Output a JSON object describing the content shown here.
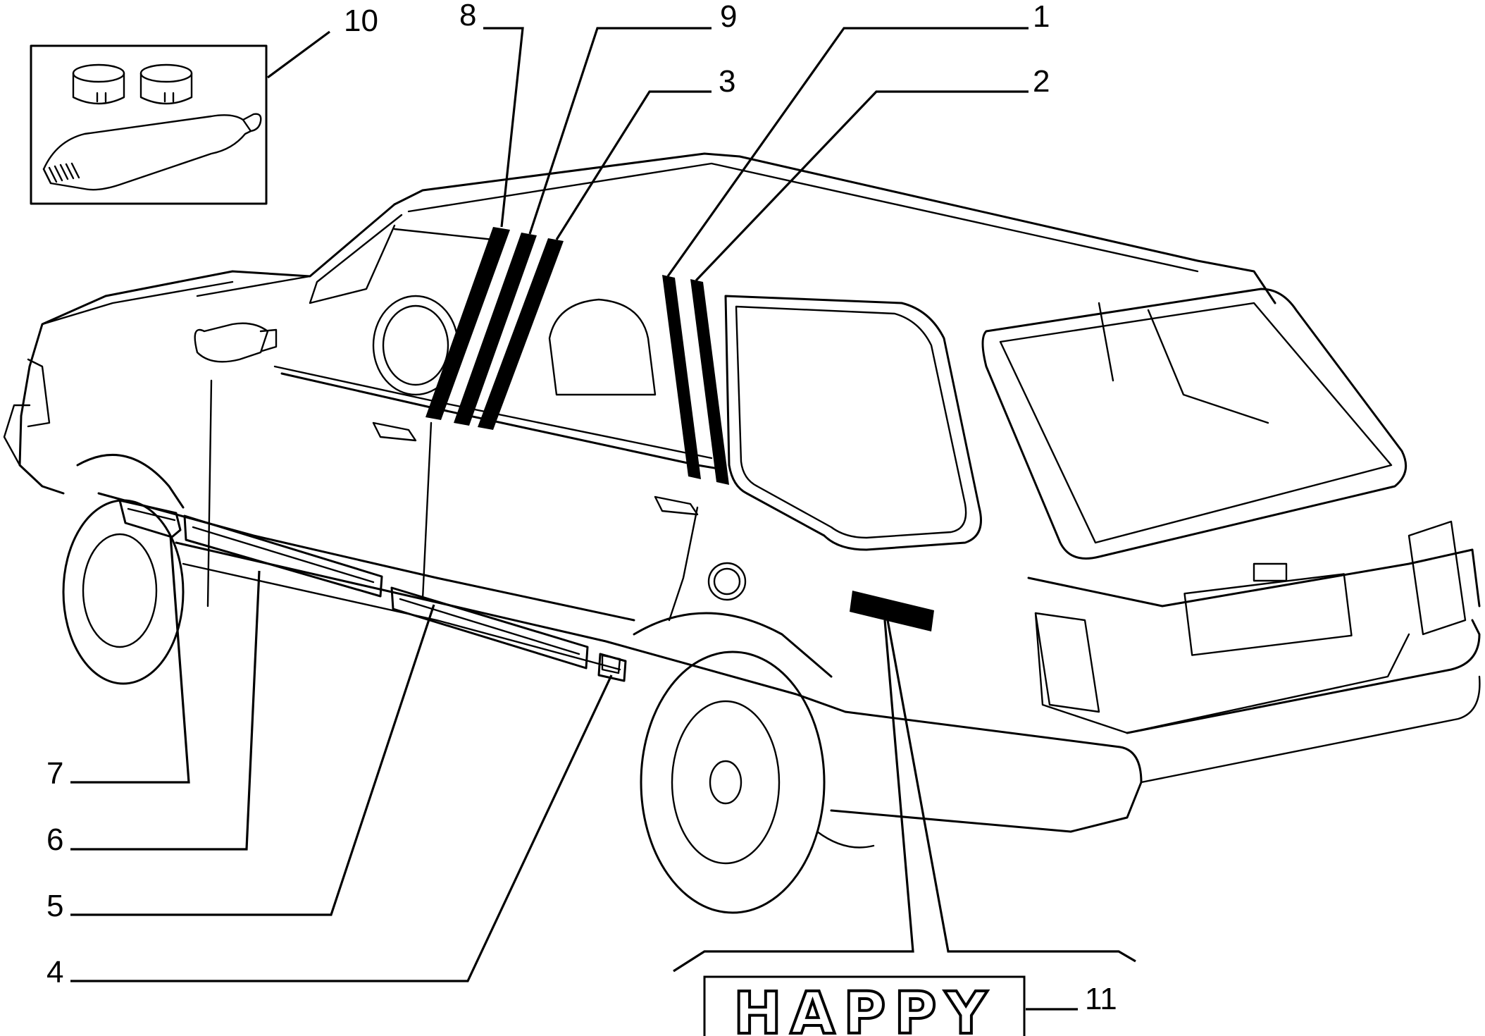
{
  "callouts": {
    "c1": "1",
    "c2": "2",
    "c3": "3",
    "c4": "4",
    "c5": "5",
    "c6": "6",
    "c7": "7",
    "c8": "8",
    "c9": "9",
    "c10": "10",
    "c11": "11"
  },
  "badge": {
    "text": "HAPPY"
  },
  "colors": {
    "line": "#000000",
    "background": "#ffffff"
  }
}
